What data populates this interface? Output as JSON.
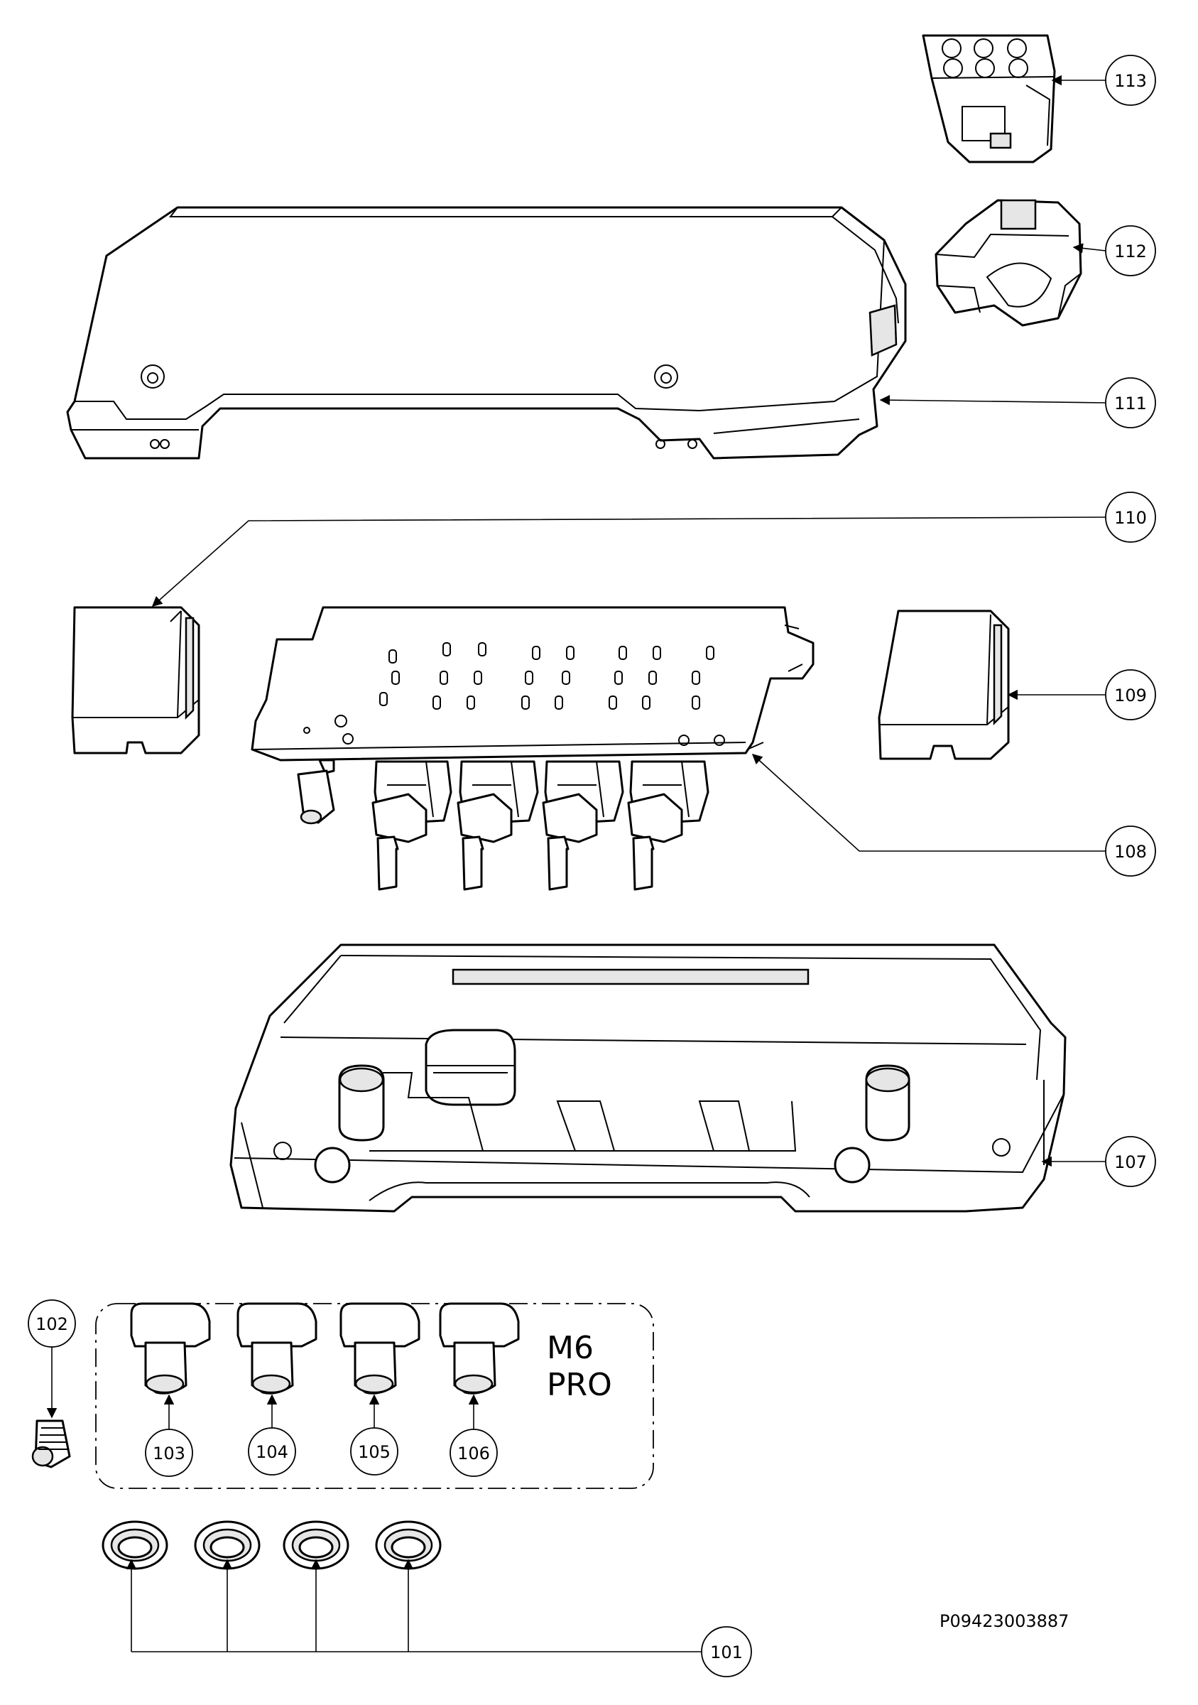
{
  "callouts": {
    "c101": "101",
    "c102": "102",
    "c103": "103",
    "c104": "104",
    "c105": "105",
    "c106": "106",
    "c107": "107",
    "c108": "108",
    "c109": "109",
    "c110": "110",
    "c111": "111",
    "c112": "112",
    "c113": "113"
  },
  "model": {
    "line1": "M6",
    "line2": "PRO"
  },
  "drawing_code": "P09423003887"
}
